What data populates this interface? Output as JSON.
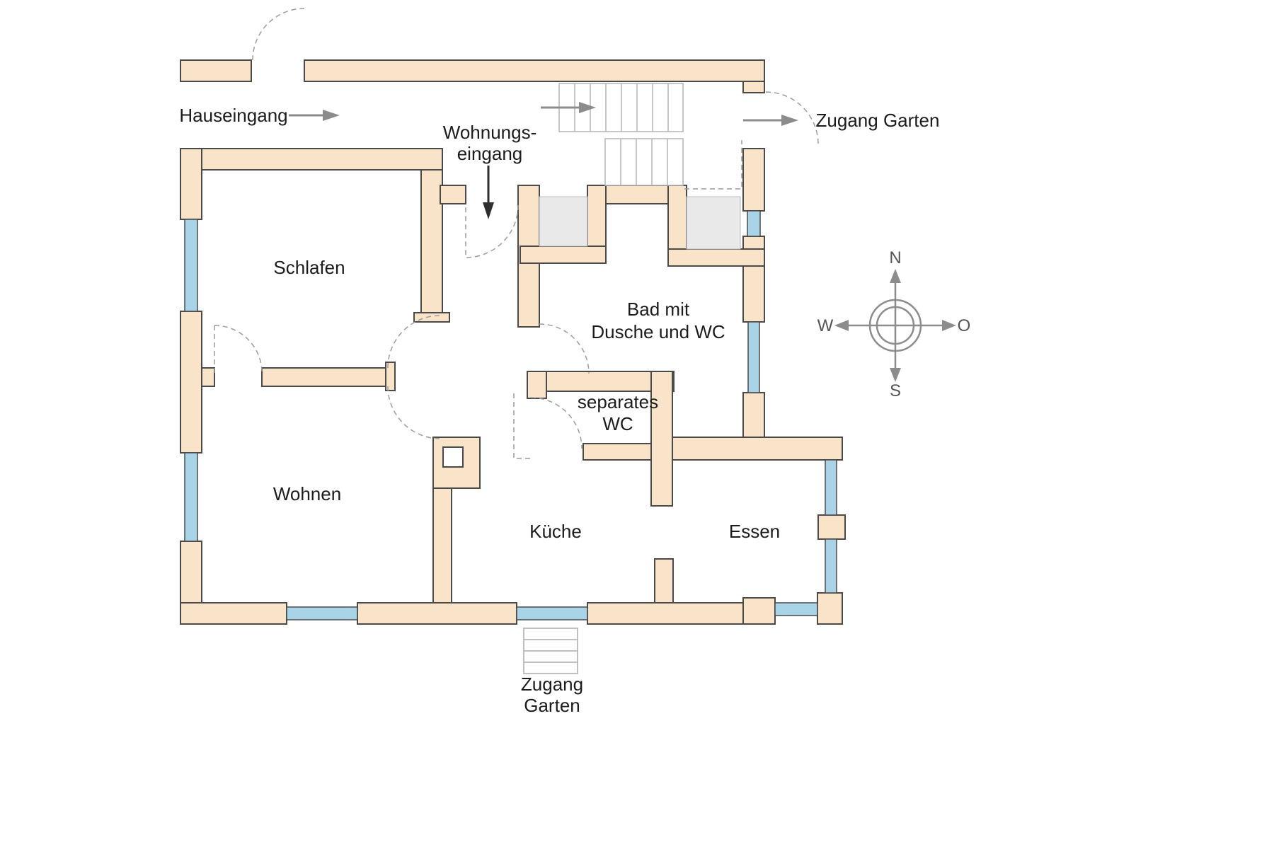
{
  "rooms": {
    "schlafen": {
      "label": "Schlafen"
    },
    "wohnen": {
      "label": "Wohnen"
    },
    "bad": {
      "line1": "Bad mit",
      "line2": "Dusche und WC"
    },
    "separates_wc": {
      "line1": "separates",
      "line2": "WC"
    },
    "kueche": {
      "label": "Küche"
    },
    "essen": {
      "label": "Essen"
    }
  },
  "entrances": {
    "hauseingang": {
      "label": "Hauseingang"
    },
    "wohnungseingang": {
      "line1": "Wohnungs-",
      "line2": "eingang"
    },
    "zugang_garten_top": {
      "label": "Zugang Garten"
    },
    "zugang_garten_bottom": {
      "line1": "Zugang",
      "line2": "Garten"
    }
  },
  "compass": {
    "north": "N",
    "east": "O",
    "south": "S",
    "west": "W"
  },
  "icons": {
    "arrow_right": "right-arrow",
    "arrow_down": "down-arrow",
    "compass_rose": "compass-rose"
  },
  "colors": {
    "wall_fill": "#f9e4c9",
    "wall_stroke": "#4a4a4a",
    "window_fill": "#a9d3e6",
    "shaft_fill": "#e9e9e9",
    "stair_stroke": "#b4b4b4",
    "dashed_stroke": "#9c9c9c",
    "arrow_gray": "#8c8c8c",
    "arrow_dark": "#2e2e2e",
    "text": "#1c1c1c",
    "background": "#ffffff"
  }
}
